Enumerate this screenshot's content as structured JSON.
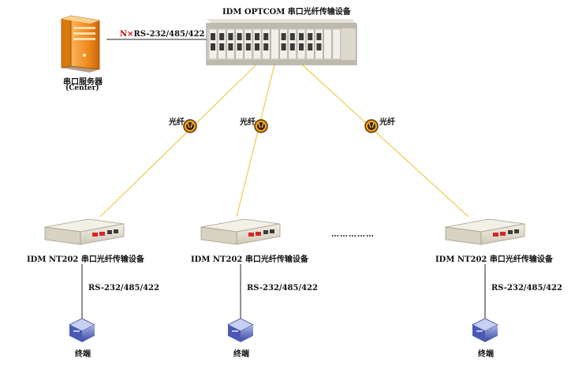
{
  "center_server": {
    "label": "串口服务器",
    "sublabel": "(Center)",
    "icon": "server-tower-icon"
  },
  "main_equipment": {
    "label": "IDM OPTCOM 串口光纤传输设备",
    "icon": "rack-chassis-icon"
  },
  "server_link": {
    "prefix": "N×",
    "label": "RS-232/485/422",
    "prefix_color": "#cc0000"
  },
  "fiber_label": "光纤",
  "fiber_color": "#f2c94c",
  "remote_units": [
    {
      "device_label": "IDM NT202 串口光纤传输设备",
      "link_label": "RS-232/485/422",
      "terminal_label": "终端"
    },
    {
      "device_label": "IDM NT202 串口光纤传输设备",
      "link_label": "RS-232/485/422",
      "terminal_label": "终端"
    },
    {
      "device_label": "IDM NT202 串口光纤传输设备",
      "link_label": "RS-232/485/422",
      "terminal_label": "终端"
    }
  ],
  "ellipsis": "……………"
}
